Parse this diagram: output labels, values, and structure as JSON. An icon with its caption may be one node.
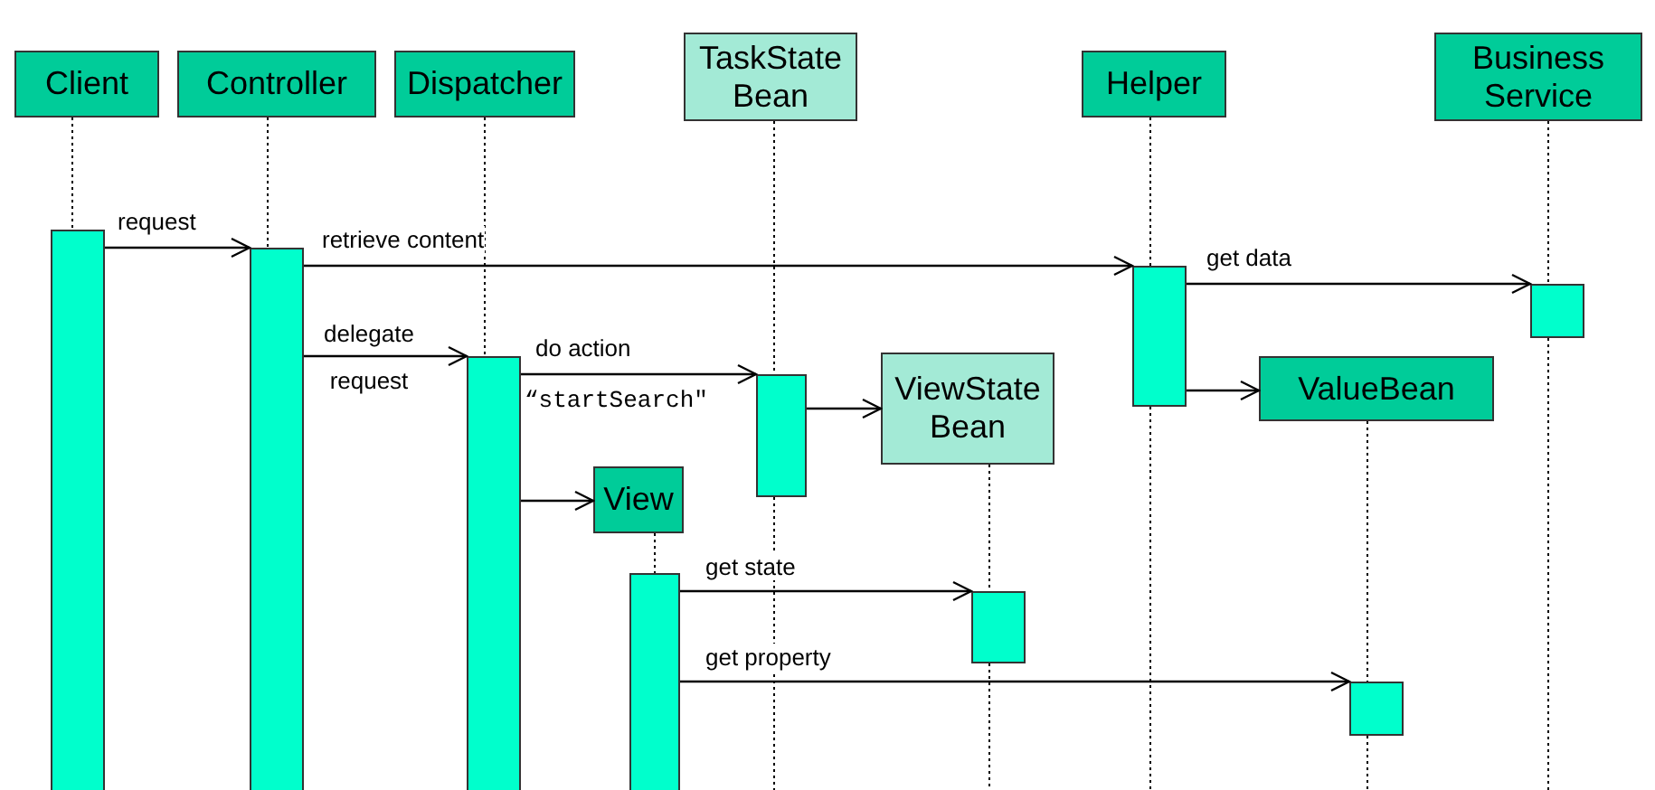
{
  "diagram": {
    "nodes": [
      {
        "text": [
          "Client"
        ]
      },
      {
        "text": [
          "Controller"
        ]
      },
      {
        "text": [
          "Dispatcher"
        ]
      },
      {
        "text": [
          "TaskState Bean"
        ]
      },
      {
        "text": [
          "Helper"
        ]
      },
      {
        "text": [
          "Business Service"
        ]
      },
      {
        "text": [
          "View"
        ]
      },
      {
        "text": [
          "ViewState Bean"
        ]
      },
      {
        "text": [
          "ValueBean"
        ]
      },
      {
        "text": [],
        "shape": "bar"
      },
      {
        "text": [],
        "shape": "bar"
      },
      {
        "text": [],
        "shape": "bar"
      },
      {
        "text": [],
        "shape": "bar"
      },
      {
        "text": [],
        "shape": "bar"
      },
      {
        "text": [],
        "shape": "bar"
      },
      {
        "text": [],
        "shape": "bar"
      },
      {
        "text": [],
        "shape": "bar"
      },
      {
        "text": [],
        "shape": "bar"
      }
    ],
    "edges": [
      {
        "from": 9,
        "to": 10,
        "arrow": "to",
        "label": "request"
      },
      {
        "from": 10,
        "to": 13,
        "arrow": "to",
        "label": "retrieve content"
      },
      {
        "from": 13,
        "to": 14,
        "arrow": "to",
        "label": "get data"
      },
      {
        "from": 10,
        "to": 11,
        "arrow": "to",
        "label": "delegate request"
      },
      {
        "from": 11,
        "to": 12,
        "arrow": "to",
        "label": "do action"
      },
      {
        "from": 13,
        "to": 8,
        "arrow": "to"
      },
      {
        "from": 12,
        "to": 7,
        "arrow": "to"
      },
      {
        "from": 11,
        "to": 6,
        "arrow": "to"
      },
      {
        "from": 15,
        "to": 16,
        "arrow": "to",
        "label": "get state"
      },
      {
        "from": 15,
        "to": 17,
        "arrow": "to",
        "label": "get property"
      },
      {
        "from": 0,
        "to": 9,
        "arrow": "none",
        "style": "dashed"
      },
      {
        "from": 1,
        "to": 10,
        "arrow": "none",
        "style": "dashed"
      },
      {
        "from": 2,
        "to": 11,
        "arrow": "none",
        "style": "dashed"
      },
      {
        "from": 3,
        "to": 12,
        "arrow": "none",
        "style": "dashed"
      },
      {
        "from": 4,
        "to": 13,
        "arrow": "none",
        "style": "dashed"
      },
      {
        "from": 5,
        "to": 14,
        "arrow": "none",
        "style": "dashed"
      },
      {
        "from": 6,
        "to": 15,
        "arrow": "none",
        "style": "dashed"
      },
      {
        "from": 7,
        "to": 16,
        "arrow": "none",
        "style": "dashed"
      },
      {
        "from": 8,
        "to": 17,
        "arrow": "none",
        "style": "dashed"
      }
    ],
    "labels": [
      "“startSearch\""
    ]
  }
}
